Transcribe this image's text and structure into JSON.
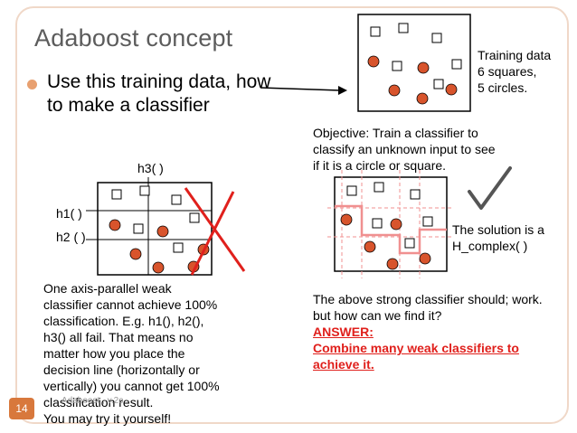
{
  "slide": {
    "title": "Adaboost concept",
    "bullet": "Use this training data, how to make a classifier",
    "training_info": [
      "Training data",
      "6 squares,",
      "5 circles."
    ],
    "objective": [
      "Objective: Train a classifier to",
      "classify an unknown input to see",
      "if it is a circle or square."
    ],
    "weak_labels": {
      "h1": "h1( )",
      "h2": "h2 ( )",
      "h3": "h3( )"
    },
    "solution": [
      "The solution is a",
      "H_complex( )"
    ],
    "weak_explanation": [
      "One axis-parallel weak",
      "classifier cannot achieve 100%",
      "classification. E.g. h1(), h2(),",
      "h3() all fail. That means no",
      "matter how you place the",
      "decision line (horizontally or",
      "vertically) you cannot get 100%",
      "classification result.",
      "You may try it yourself!"
    ],
    "strong_text": [
      "The above strong classifier should; work.",
      "but how can we find it?"
    ],
    "answer_label": "ANSWER:",
    "answer": [
      "Combine many weak classifiers to",
      "achieve it."
    ],
    "footer": "Adaboost , v.2c",
    "page_number": "14"
  },
  "colors": {
    "title": "#5c5c5c",
    "accent": "#d8783c",
    "circle": "#d8542c",
    "cross": "#e0201c",
    "answer": "#e0201c",
    "boundary": "#f09090"
  },
  "icons": [
    "bullet-icon",
    "arrow-icon",
    "red-cross-icon",
    "check-mark-icon"
  ]
}
